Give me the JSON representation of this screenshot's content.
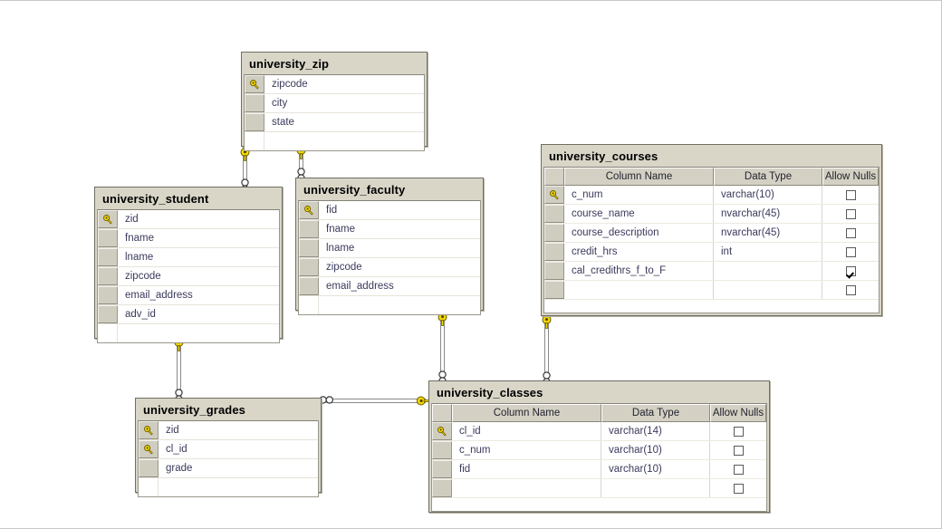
{
  "diagram": {
    "type": "database-er-diagram",
    "background": "#ffffff",
    "entity_fill": "#d9d6c8",
    "grid_fill": "#ffffff",
    "text_color": "#3a3a5c",
    "key_color": "#f2d600"
  },
  "tables": [
    {
      "id": "university_zip",
      "name": "university_zip",
      "style": "simple",
      "columns": [
        {
          "name": "zipcode",
          "pk": true
        },
        {
          "name": "city",
          "pk": false
        },
        {
          "name": "state",
          "pk": false
        }
      ]
    },
    {
      "id": "university_student",
      "name": "university_student",
      "style": "simple",
      "columns": [
        {
          "name": "zid",
          "pk": true
        },
        {
          "name": "fname",
          "pk": false
        },
        {
          "name": "lname",
          "pk": false
        },
        {
          "name": "zipcode",
          "pk": false
        },
        {
          "name": "email_address",
          "pk": false
        },
        {
          "name": "adv_id",
          "pk": false
        }
      ]
    },
    {
      "id": "university_faculty",
      "name": "university_faculty",
      "style": "simple",
      "columns": [
        {
          "name": "fid",
          "pk": true
        },
        {
          "name": "fname",
          "pk": false
        },
        {
          "name": "lname",
          "pk": false
        },
        {
          "name": "zipcode",
          "pk": false
        },
        {
          "name": "email_address",
          "pk": false
        }
      ]
    },
    {
      "id": "university_grades",
      "name": "university_grades",
      "style": "simple",
      "columns": [
        {
          "name": "zid",
          "pk": true
        },
        {
          "name": "cl_id",
          "pk": true
        },
        {
          "name": "grade",
          "pk": false
        }
      ]
    },
    {
      "id": "university_courses",
      "name": "university_courses",
      "style": "grid",
      "headers": [
        "Column Name",
        "Data Type",
        "Allow Nulls"
      ],
      "rows": [
        {
          "name": "c_num",
          "type": "varchar(10)",
          "allow_nulls": false,
          "pk": true
        },
        {
          "name": "course_name",
          "type": "nvarchar(45)",
          "allow_nulls": false,
          "pk": false
        },
        {
          "name": "course_description",
          "type": "nvarchar(45)",
          "allow_nulls": false,
          "pk": false
        },
        {
          "name": "credit_hrs",
          "type": "int",
          "allow_nulls": false,
          "pk": false
        },
        {
          "name": "cal_credithrs_f_to_F",
          "type": "",
          "allow_nulls": true,
          "pk": false
        },
        {
          "name": "",
          "type": "",
          "allow_nulls": false,
          "pk": false
        }
      ]
    },
    {
      "id": "university_classes",
      "name": "university_classes",
      "style": "grid",
      "headers": [
        "Column Name",
        "Data Type",
        "Allow Nulls"
      ],
      "rows": [
        {
          "name": "cl_id",
          "type": "varchar(14)",
          "allow_nulls": false,
          "pk": true
        },
        {
          "name": "c_num",
          "type": "varchar(10)",
          "allow_nulls": false,
          "pk": false
        },
        {
          "name": "fid",
          "type": "varchar(10)",
          "allow_nulls": false,
          "pk": false
        },
        {
          "name": "",
          "type": "",
          "allow_nulls": false,
          "pk": false
        }
      ]
    }
  ],
  "relationships": [
    {
      "id": "rel-zip-student",
      "from": "university_zip",
      "to": "university_student",
      "from_end": "one-key",
      "to_end": "many-infinity",
      "orientation": "vertical"
    },
    {
      "id": "rel-zip-faculty",
      "from": "university_zip",
      "to": "university_faculty",
      "from_end": "one-key",
      "to_end": "many-infinity",
      "orientation": "vertical"
    },
    {
      "id": "rel-student-grades",
      "from": "university_student",
      "to": "university_grades",
      "from_end": "one-key",
      "to_end": "many-infinity",
      "orientation": "vertical"
    },
    {
      "id": "rel-faculty-classes",
      "from": "university_faculty",
      "to": "university_classes",
      "from_end": "one-key",
      "to_end": "many-infinity",
      "orientation": "vertical"
    },
    {
      "id": "rel-courses-classes",
      "from": "university_courses",
      "to": "university_classes",
      "from_end": "one-key",
      "to_end": "many-infinity",
      "orientation": "vertical"
    },
    {
      "id": "rel-classes-grades",
      "from": "university_classes",
      "to": "university_grades",
      "from_end": "one-key",
      "to_end": "many-infinity",
      "orientation": "horizontal"
    }
  ]
}
